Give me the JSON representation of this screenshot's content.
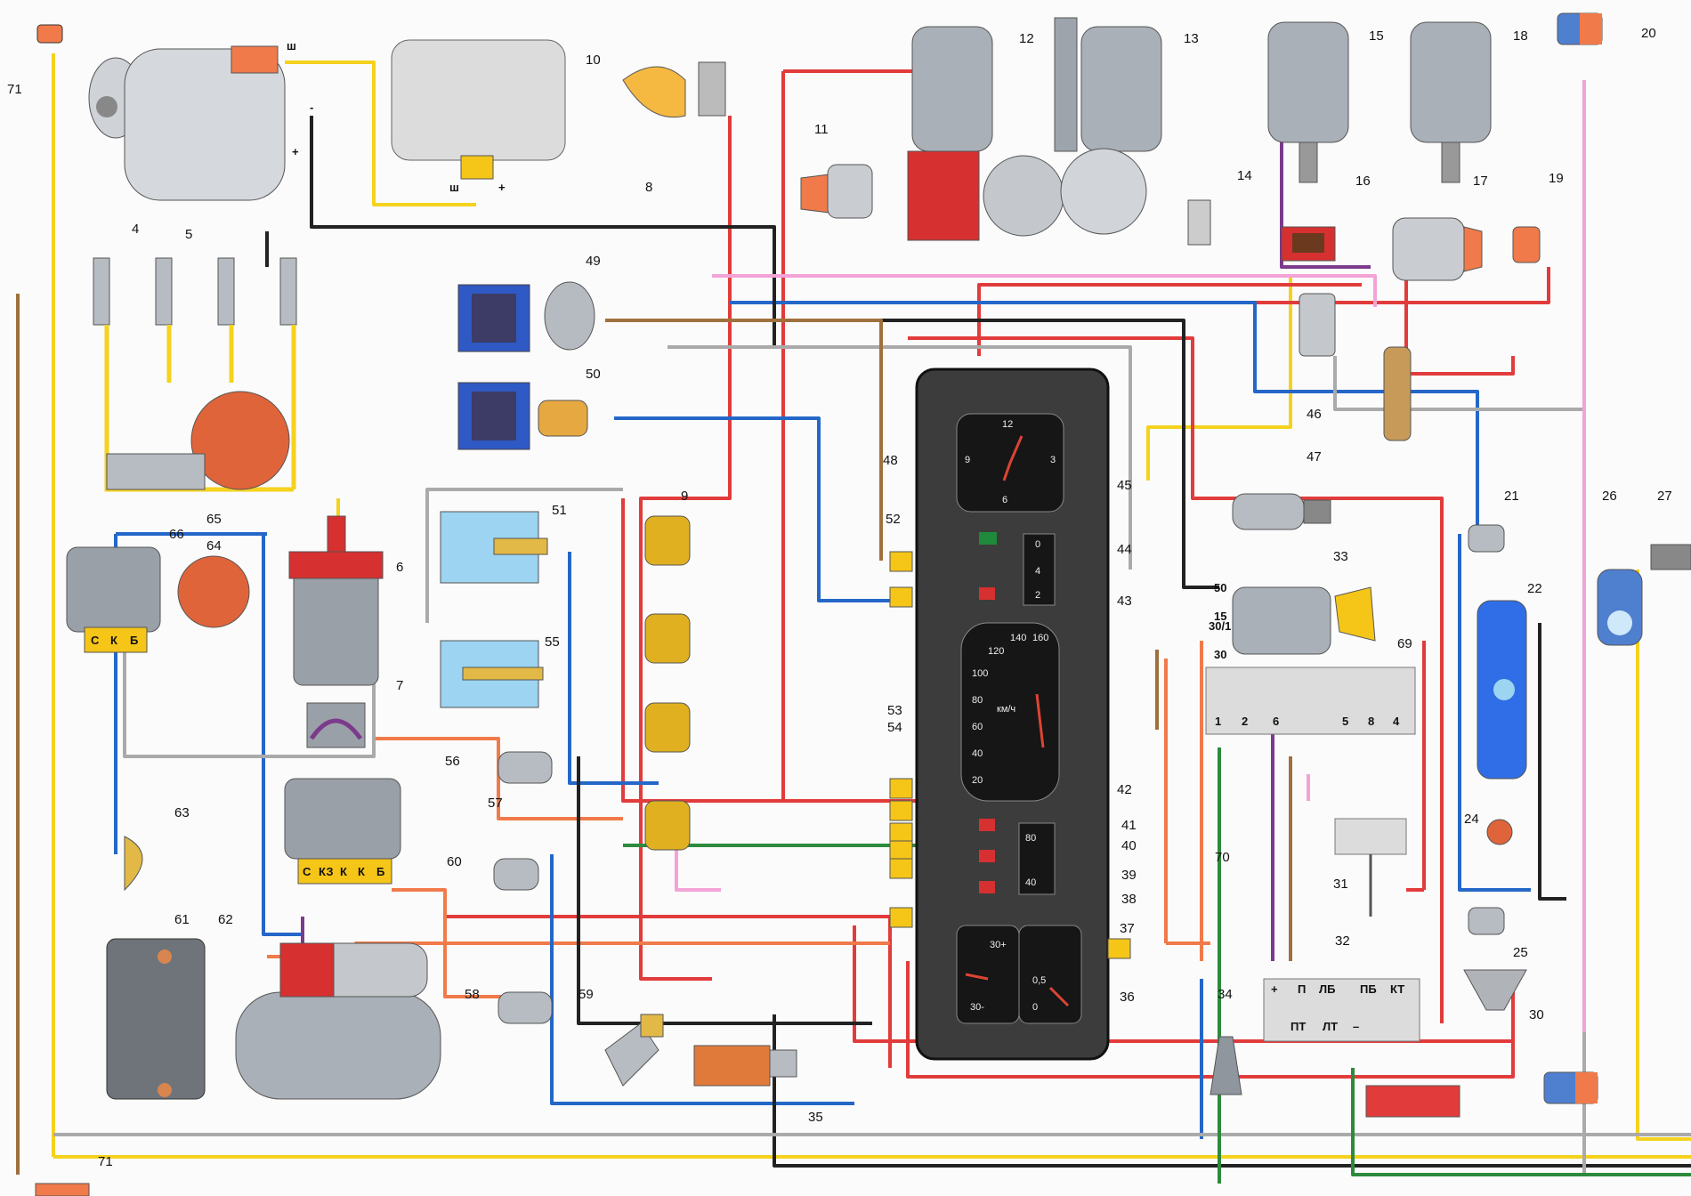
{
  "callouts": [
    "71",
    "4",
    "10",
    "8",
    "12",
    "11",
    "13",
    "14",
    "15",
    "16",
    "17",
    "18",
    "19",
    "20",
    "5",
    "49",
    "50",
    "65",
    "66",
    "64",
    "6",
    "7",
    "9",
    "51",
    "55",
    "57",
    "56",
    "60",
    "58",
    "59",
    "61",
    "62",
    "63",
    "35",
    "48",
    "45",
    "52",
    "44",
    "43",
    "53",
    "54",
    "42",
    "41",
    "40",
    "39",
    "38",
    "37",
    "36",
    "47",
    "46",
    "33",
    "69",
    "21",
    "26",
    "27",
    "22",
    "24",
    "25",
    "31",
    "32",
    "34",
    "30",
    "70",
    "71"
  ],
  "labels": {
    "gen_sh_top": "ш",
    "gen_minus": "-",
    "gen_plus": "+",
    "reg_sh": "ш",
    "reg_plus": "+",
    "relay66": [
      "С",
      "К",
      "Б"
    ],
    "relay56": [
      "С",
      "КЗ",
      "К",
      "К",
      "Б"
    ],
    "switch33": [
      "50",
      "15",
      "30/1",
      "30"
    ],
    "block69_pins": [
      "1",
      "2",
      "6",
      "5",
      "8",
      "4"
    ],
    "block32_top": [
      "+",
      "П",
      "ЛБ",
      "ПБ",
      "КТ"
    ],
    "block32_bottom": [
      "ПТ",
      "ЛТ",
      "–"
    ]
  },
  "dials": {
    "clock": [
      "12",
      "3",
      "6",
      "9"
    ],
    "speed": [
      "20",
      "40",
      "60",
      "80",
      "100",
      "120",
      "140",
      "160"
    ],
    "speed_unit": "км/ч",
    "fuel": [
      "0",
      "4",
      "2"
    ],
    "temp": [
      "40",
      "80"
    ],
    "volt": [
      "30+",
      "30-"
    ],
    "pressure": [
      "0,5",
      "0"
    ]
  }
}
